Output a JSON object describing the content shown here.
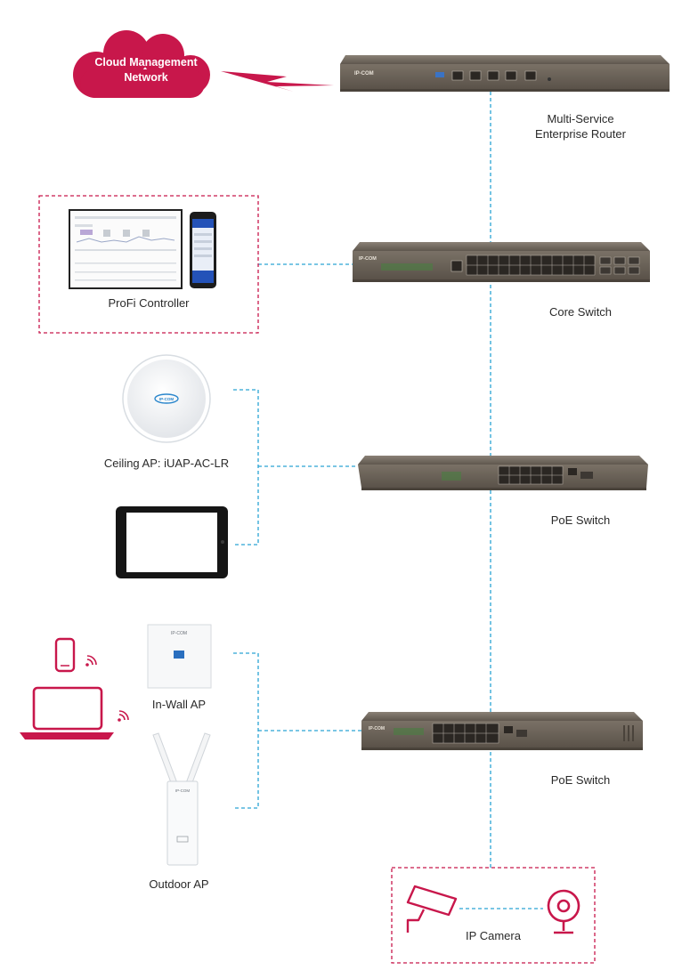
{
  "cloud": {
    "line1": "Cloud Management",
    "line2": "Network"
  },
  "router": {
    "brand": "IP-COM",
    "line1": "Multi-Service",
    "line2": "Enterprise Router"
  },
  "controller": {
    "label": "ProFi Controller"
  },
  "core_switch": {
    "brand": "IP-COM",
    "label": "Core Switch"
  },
  "ceiling_ap": {
    "brand": "IP-COM",
    "label": "Ceiling AP: iUAP-AC-LR"
  },
  "poe_switch_1": {
    "label": "PoE Switch"
  },
  "inwall_ap": {
    "brand": "IP-COM",
    "label": "In-Wall AP"
  },
  "outdoor_ap": {
    "brand": "IP-COM",
    "label": "Outdoor AP"
  },
  "poe_switch_2": {
    "brand": "IP-COM",
    "label": "PoE Switch"
  },
  "camera": {
    "label": "IP Camera"
  },
  "colors": {
    "accent": "#c8174b",
    "link": "#2aa3d4",
    "device": "#6b6258"
  }
}
